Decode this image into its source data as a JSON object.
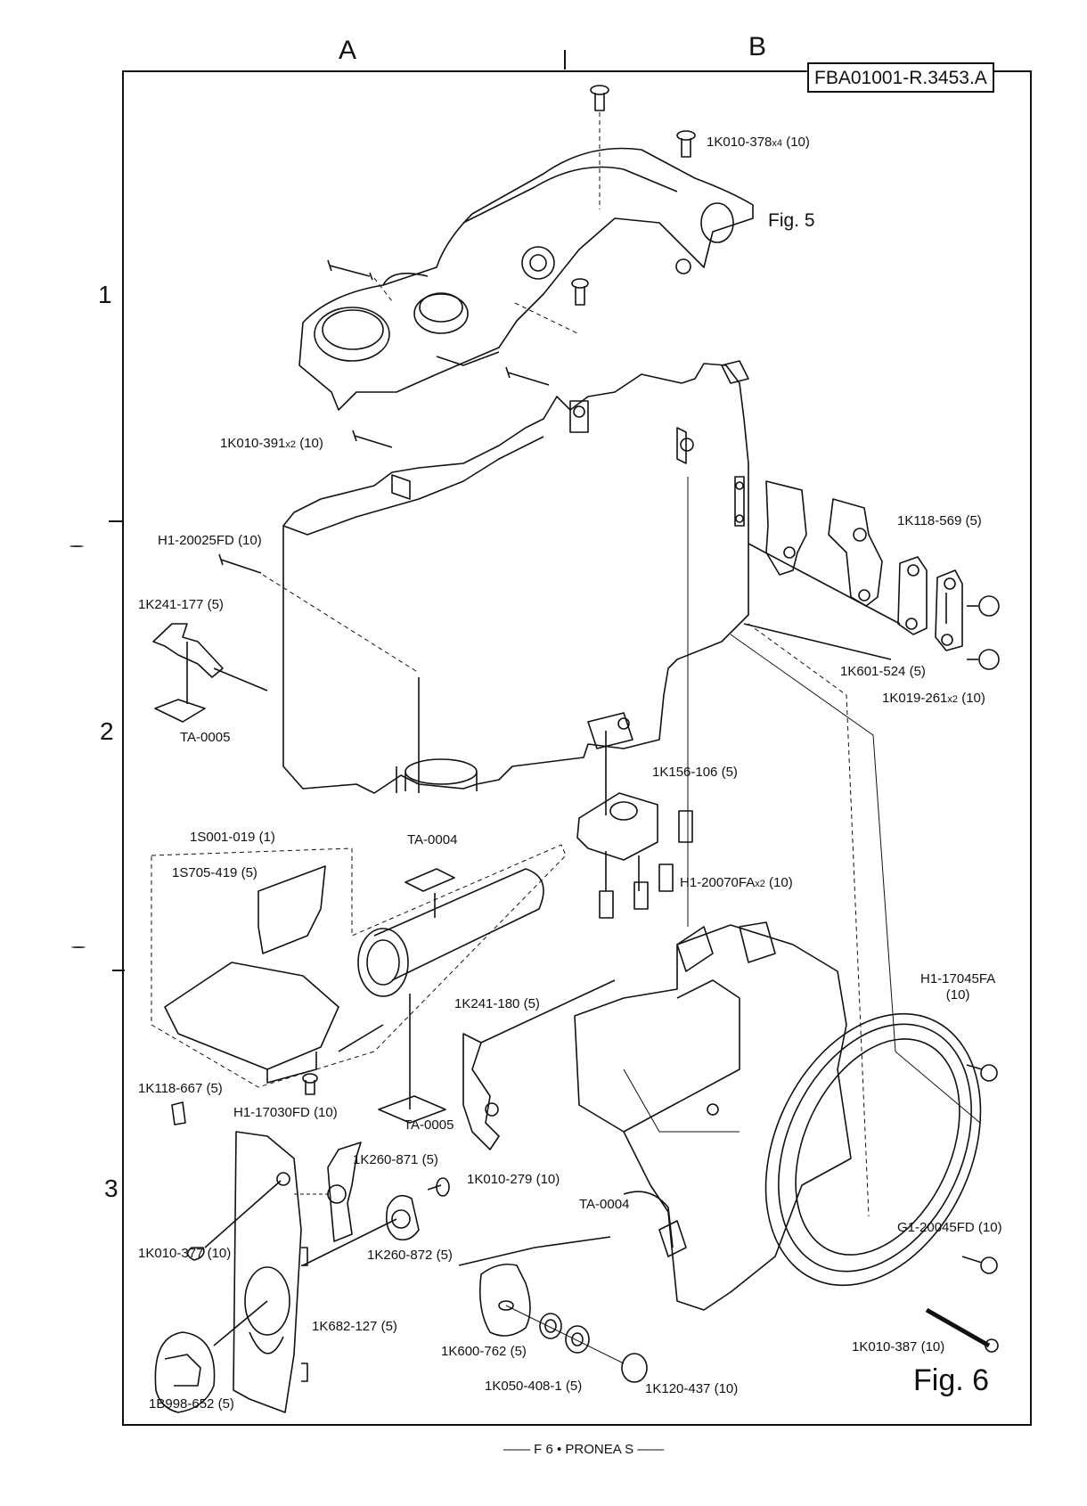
{
  "sheet": {
    "doc_id": "FBA01001-R.3453.A",
    "columns": [
      "A",
      "B"
    ],
    "rows": [
      "1",
      "2",
      "3"
    ],
    "footer": "F 6 • PRONEA S",
    "figure_title": "Fig.  6",
    "figure_ref": "Fig. 5"
  },
  "parts": [
    {
      "id": "1K010-378",
      "qty": "x4",
      "note": "(10)"
    },
    {
      "id": "1K010-391",
      "qty": "x2",
      "note": "(10)"
    },
    {
      "id": "H1-20025FD",
      "qty": "",
      "note": "(10)"
    },
    {
      "id": "1K241-177",
      "qty": "",
      "note": "(5)"
    },
    {
      "id": "TA-0005",
      "qty": "",
      "note": ""
    },
    {
      "id": "1K118-569",
      "qty": "",
      "note": "(5)"
    },
    {
      "id": "1K601-524",
      "qty": "",
      "note": "(5)"
    },
    {
      "id": "1K019-261",
      "qty": "x2",
      "note": "(10)"
    },
    {
      "id": "1K156-106",
      "qty": "",
      "note": "(5)"
    },
    {
      "id": "H1-20070FA",
      "qty": "x2",
      "note": "(10)"
    },
    {
      "id": "1S001-019",
      "qty": "",
      "note": "(1)"
    },
    {
      "id": "TA-0004",
      "qty": "",
      "note": ""
    },
    {
      "id": "1S705-419",
      "qty": "",
      "note": "(5)"
    },
    {
      "id": "1K241-180",
      "qty": "",
      "note": "(5)"
    },
    {
      "id": "H1-17045FA",
      "qty": "",
      "note": "(10)"
    },
    {
      "id": "1K118-667",
      "qty": "",
      "note": "(5)"
    },
    {
      "id": "H1-17030FD",
      "qty": "",
      "note": "(10)"
    },
    {
      "id": "TA-0005",
      "qty": "",
      "note": ""
    },
    {
      "id": "1K260-871",
      "qty": "",
      "note": "(5)"
    },
    {
      "id": "1K010-279",
      "qty": "",
      "note": "(10)"
    },
    {
      "id": "TA-0004",
      "qty": "",
      "note": ""
    },
    {
      "id": "1K010-377",
      "qty": "",
      "note": "(10)"
    },
    {
      "id": "1K260-872",
      "qty": "",
      "note": "(5)"
    },
    {
      "id": "G1-20045FD",
      "qty": "",
      "note": "(10)"
    },
    {
      "id": "1K682-127",
      "qty": "",
      "note": "(5)"
    },
    {
      "id": "1K600-762",
      "qty": "",
      "note": "(5)"
    },
    {
      "id": "1K010-387",
      "qty": "",
      "note": "(10)"
    },
    {
      "id": "1K050-408-1",
      "qty": "",
      "note": "(5)"
    },
    {
      "id": "1K120-437",
      "qty": "",
      "note": "(10)"
    },
    {
      "id": "1B998-652",
      "qty": "",
      "note": "(5)"
    }
  ],
  "colors": {
    "ink": "#111111",
    "paper": "#ffffff"
  }
}
